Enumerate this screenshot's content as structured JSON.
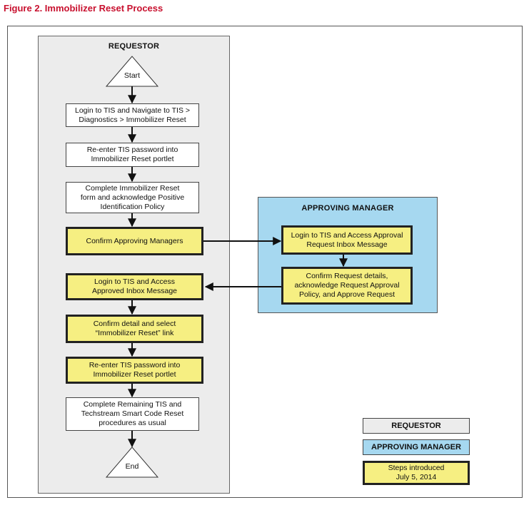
{
  "figure_title": "Figure 2. Immobilizer Reset Process",
  "lanes": {
    "requestor": "REQUESTOR",
    "approving_manager": "APPROVING MANAGER"
  },
  "terminals": {
    "start": "Start",
    "end": "End"
  },
  "steps": {
    "login_navigate": "Login to TIS and Navigate to TIS >\nDiagnostics > Immobilizer Reset",
    "reenter_password_1": "Re-enter TIS password into\nImmobilizer Reset portlet",
    "complete_form": "Complete Immobilizer Reset\nform and acknowledge Positive\nIdentification Policy",
    "confirm_managers": "Confirm Approving Managers",
    "login_approved_inbox": "Login to TIS and Access\nApproved Inbox Message",
    "confirm_detail": "Confirm detail and select\n“Immobilizer Reset” link",
    "reenter_password_2": "Re-enter TIS password into\nImmobilizer Reset portlet",
    "complete_remaining": "Complete Remaining TIS and\nTechstream Smart Code Reset\nprocedures as usual",
    "mgr_login_inbox": "Login to TIS and Access Approval\nRequest Inbox Message",
    "mgr_confirm_approve": "Confirm Request details,\nacknowledge Request Approval\nPolicy, and Approve Request"
  },
  "legend": {
    "requestor": "REQUESTOR",
    "approving_manager": "APPROVING MANAGER",
    "new_steps": "Steps introduced\nJuly 5, 2014"
  }
}
